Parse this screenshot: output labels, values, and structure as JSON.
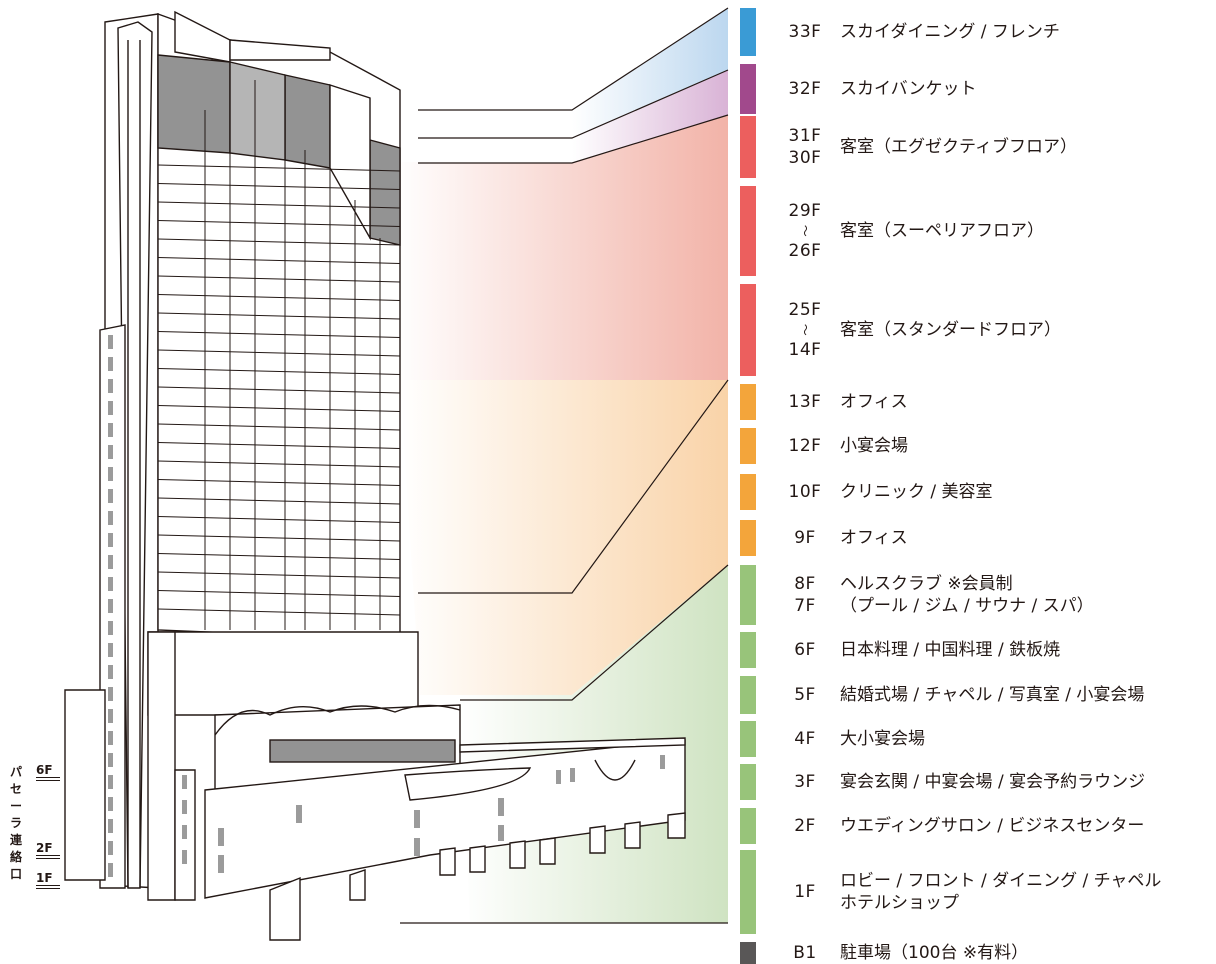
{
  "floors": [
    {
      "label": "33F",
      "desc": [
        "スカイダイニング / フレンチ"
      ],
      "color": "#3a9bd5"
    },
    {
      "label": "32F",
      "desc": [
        "スカイバンケット"
      ],
      "color": "#a1498c"
    },
    {
      "label": "31F\n30F",
      "desc": [
        "客室（エグゼクティブフロア）"
      ],
      "color": "#ec5f5e"
    },
    {
      "label": "29F\n〜\n26F",
      "desc": [
        "客室（スーペリアフロア）"
      ],
      "color": "#ec5f5e"
    },
    {
      "label": "25F\n〜\n14F",
      "desc": [
        "客室（スタンダードフロア）"
      ],
      "color": "#ec5f5e"
    },
    {
      "label": "13F",
      "desc": [
        "オフィス"
      ],
      "color": "#f3a53b"
    },
    {
      "label": "12F",
      "desc": [
        "小宴会場"
      ],
      "color": "#f3a53b"
    },
    {
      "label": "10F",
      "desc": [
        "クリニック / 美容室"
      ],
      "color": "#f3a53b"
    },
    {
      "label": "9F",
      "desc": [
        "オフィス"
      ],
      "color": "#f3a53b"
    },
    {
      "label": "8F\n7F",
      "desc": [
        "ヘルスクラブ ※会員制",
        "（プール / ジム / サウナ / スパ）"
      ],
      "color": "#98c47a"
    },
    {
      "label": "6F",
      "desc": [
        "日本料理 / 中国料理 / 鉄板焼"
      ],
      "color": "#98c47a"
    },
    {
      "label": "5F",
      "desc": [
        "結婚式場 / チャペル / 写真室 / 小宴会場"
      ],
      "color": "#98c47a"
    },
    {
      "label": "4F",
      "desc": [
        "大小宴会場"
      ],
      "color": "#98c47a"
    },
    {
      "label": "3F",
      "desc": [
        "宴会玄関 / 中宴会場 / 宴会予約ラウンジ"
      ],
      "color": "#98c47a"
    },
    {
      "label": "2F",
      "desc": [
        "ウエディングサロン / ビジネスセンター"
      ],
      "color": "#98c47a"
    },
    {
      "label": "1F",
      "desc": [
        "ロビー / フロント / ダイニング / チャペル",
        "ホテルショップ"
      ],
      "color": "#98c47a"
    },
    {
      "label": "B1",
      "desc": [
        "駐車場（100台 ※有料）"
      ],
      "color": "#595757"
    }
  ],
  "connector_label": [
    "パ",
    "セ",
    "ー",
    "ラ",
    "連",
    "絡",
    "口"
  ],
  "connector_floors": [
    "6F",
    "2F",
    "1F"
  ],
  "zone_colors": {
    "sky": "#bcd7ef",
    "banquet": "#d9b3d6",
    "rooms": "#f2b3a8",
    "office": "#f9d3a8",
    "podium": "#cfe3c2"
  }
}
